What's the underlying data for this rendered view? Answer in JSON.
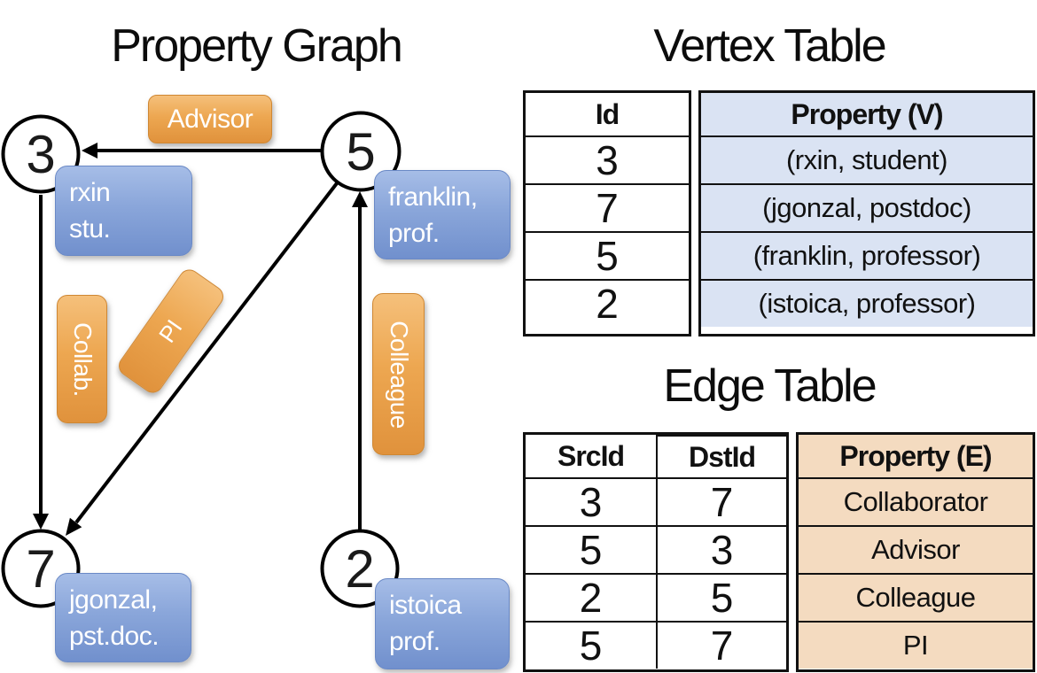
{
  "colors": {
    "orange_top": "#F5C07B",
    "orange_bottom": "#E0923C",
    "orange_border": "#CF8733",
    "blue_top": "#A6BDE7",
    "blue_bottom": "#7190CD",
    "blue_border": "#6A89C6",
    "vertex_property_bg": "#DAE3F3",
    "edge_property_bg": "#F4DBC0",
    "table_border": "#111111",
    "edge_line": "#000000"
  },
  "graph": {
    "title": "Property Graph",
    "nodes": [
      {
        "id": "3"
      },
      {
        "id": "5"
      },
      {
        "id": "7"
      },
      {
        "id": "2"
      }
    ],
    "property_boxes": [
      {
        "line1": "rxin",
        "line2": "stu."
      },
      {
        "line1": "franklin,",
        "line2": "prof."
      },
      {
        "line1": "jgonzal,",
        "line2": "pst.doc."
      },
      {
        "line1": "istoica",
        "line2": "prof."
      }
    ],
    "edge_labels": {
      "advisor": "Advisor",
      "collab": "Collab.",
      "pi": "PI",
      "colleague": "Colleague"
    }
  },
  "vertex_table": {
    "title": "Vertex Table",
    "headers": {
      "id": "Id",
      "property": "Property (V)"
    },
    "rows": [
      {
        "id": "3",
        "property": "(rxin, student)"
      },
      {
        "id": "7",
        "property": "(jgonzal, postdoc)"
      },
      {
        "id": "5",
        "property": "(franklin, professor)"
      },
      {
        "id": "2",
        "property": "(istoica, professor)"
      }
    ]
  },
  "edge_table": {
    "title": "Edge Table",
    "headers": {
      "src": "SrcId",
      "dst": "DstId",
      "property": "Property (E)"
    },
    "rows": [
      {
        "src": "3",
        "dst": "7",
        "property": "Collaborator"
      },
      {
        "src": "5",
        "dst": "3",
        "property": "Advisor"
      },
      {
        "src": "2",
        "dst": "5",
        "property": "Colleague"
      },
      {
        "src": "5",
        "dst": "7",
        "property": "PI"
      }
    ]
  }
}
